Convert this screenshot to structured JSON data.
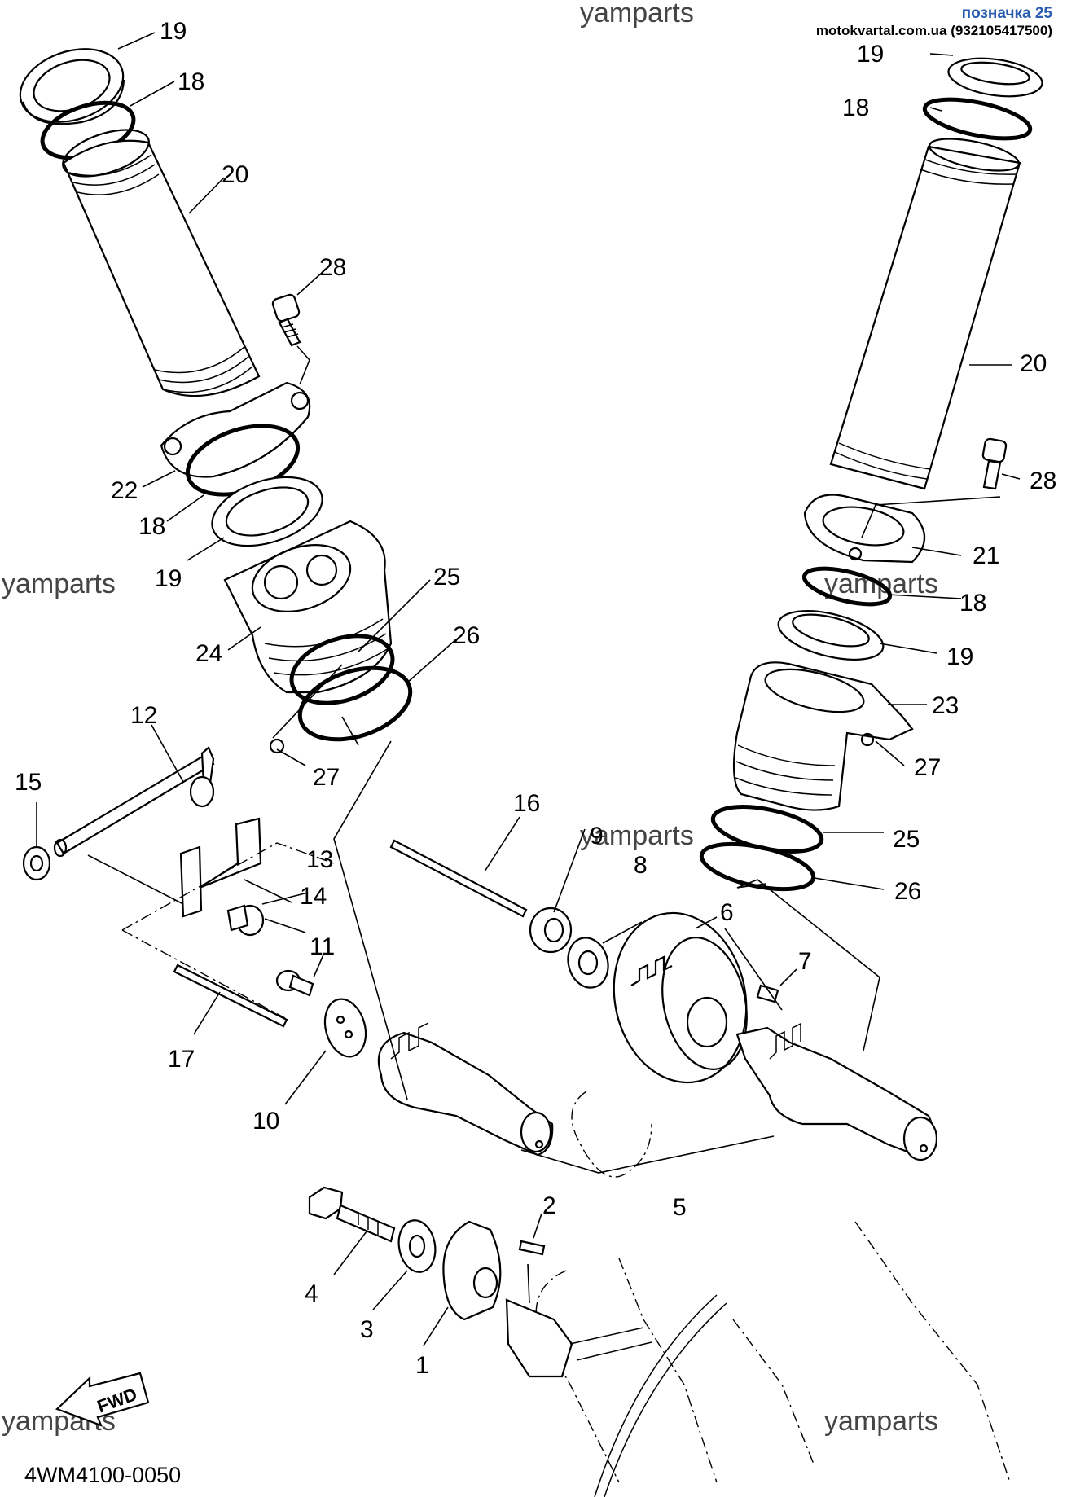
{
  "header": {
    "stamp_title": "позначка 25",
    "stamp_site": "motokvartal.com.ua (932105417500)"
  },
  "watermark": "yamparts",
  "fwd_label": "FWD",
  "diagram_code": "4WM4100-0050",
  "callouts": {
    "p1": "1",
    "p2": "2",
    "p3": "3",
    "p4": "4",
    "p5": "5",
    "p6": "6",
    "p7": "7",
    "p8": "8",
    "p9": "9",
    "p10": "10",
    "p11": "11",
    "p12": "12",
    "p13": "13",
    "p14": "14",
    "p15": "15",
    "p16": "16",
    "p17": "17",
    "p18a": "18",
    "p18b": "18",
    "p18c": "18",
    "p18d": "18",
    "p19a": "19",
    "p19b": "19",
    "p19c": "19",
    "p19d": "19",
    "p20a": "20",
    "p20b": "20",
    "p21": "21",
    "p22": "22",
    "p23": "23",
    "p24": "24",
    "p25a": "25",
    "p25b": "25",
    "p26a": "26",
    "p26b": "26",
    "p27a": "27",
    "p27b": "27",
    "p28a": "28",
    "p28b": "28"
  }
}
